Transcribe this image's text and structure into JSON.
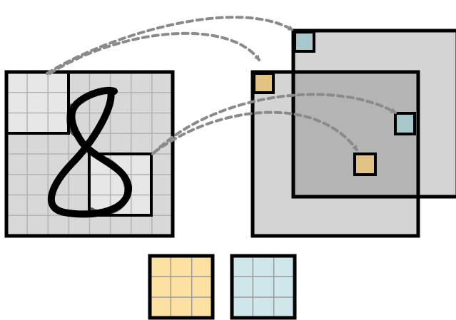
{
  "diagram": {
    "colors": {
      "background": "#ffffff",
      "stroke": "#000000",
      "image_light": "#e6e6e6",
      "image_mid": "#d8d8d8",
      "grid_line": "#b3b3b3",
      "digit_stroke": "#000000",
      "digit_shadow": "#555555",
      "feature_map": "#d4d4d4",
      "feature_overlap": "#b4b4b4",
      "arrow": "#8a8a8a",
      "kernel_yellow": "#fde1a3",
      "kernel_yellow_cell": "#e2c384",
      "kernel_blue": "#cfe6ea",
      "kernel_blue_cell": "#a8c7cc"
    },
    "input_image": {
      "grid_rows": 8,
      "grid_cols": 8,
      "glyph": "8"
    },
    "feature_maps": {
      "count": 2
    },
    "kernels": [
      {
        "name": "kernel-yellow",
        "rows": 3,
        "cols": 3,
        "color": "#fde1a3"
      },
      {
        "name": "kernel-blue",
        "rows": 3,
        "cols": 3,
        "color": "#cfe6ea"
      }
    ],
    "arrows": {
      "count": 4,
      "style": "dashed"
    }
  }
}
